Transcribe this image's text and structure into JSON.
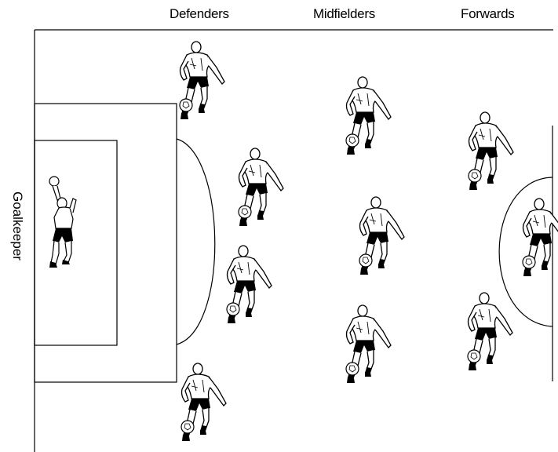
{
  "labels": {
    "defenders": "Defenders",
    "midfielders": "Midfielders",
    "forwards": "Forwards",
    "goalkeeper": "Goalkeeper"
  },
  "formation": {
    "goalkeeper": 1,
    "defenders": 4,
    "midfielders": 3,
    "forwards": 3
  },
  "colors": {
    "line": "#000000",
    "background": "#ffffff"
  },
  "icons": {
    "player": "footballer-dribbling-icon",
    "keeper": "goalkeeper-catching-icon"
  }
}
